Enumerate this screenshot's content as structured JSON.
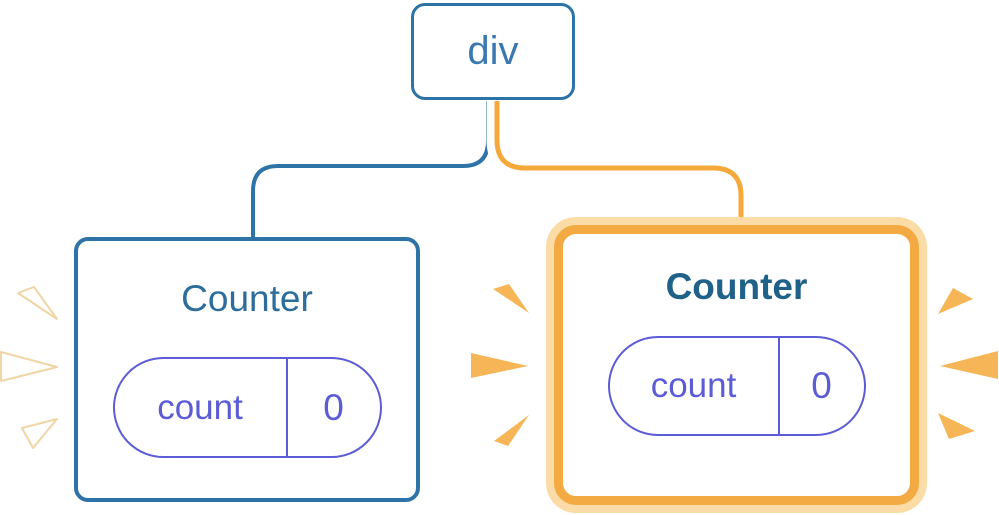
{
  "diagram": {
    "root": {
      "label": "div"
    },
    "children": [
      {
        "title": "Counter",
        "state_key": "count",
        "state_value": "0",
        "highlighted": false
      },
      {
        "title": "Counter",
        "state_key": "count",
        "state_value": "0",
        "highlighted": true
      }
    ]
  },
  "palette": {
    "blue_border": "#2E73A7",
    "div_label_blue": "#3A79B0",
    "counter_title_blue": "#2D6D9C",
    "counter_title_blue_bold": "#1F6189",
    "state_pill_indigo": "#5C5CD6",
    "edge_orange": "#F5A93B",
    "highlight_border_orange": "#F4AA43",
    "highlight_halo_pale_orange": "#FBDCA6",
    "sparkle_orange": "#F6B556",
    "sparkle_white": "#FFFFFF"
  }
}
